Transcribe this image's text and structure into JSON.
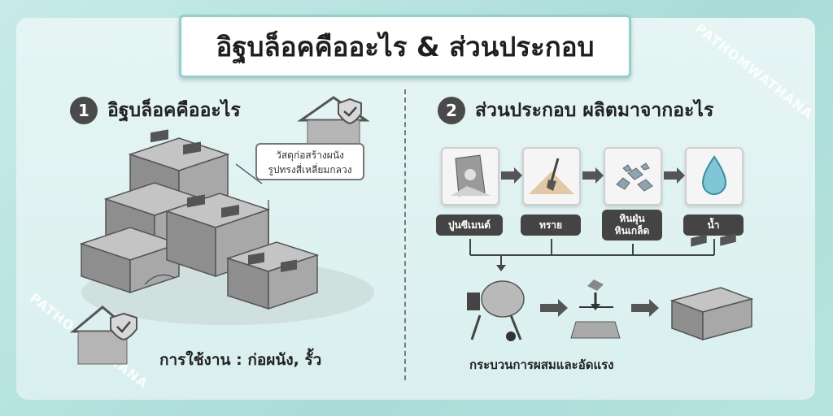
{
  "title": "อิฐบล็อคคืออะไร & ส่วนประกอบ",
  "section1": {
    "number": "1",
    "heading": "อิฐบล็อคคืออะไร",
    "callout_line1": "วัสดุก่อสร้างผนัง",
    "callout_line2": "รูปทรงสี่เหลี่ยมกลวง",
    "usage": "การใช้งาน : ก่อผนัง, รั้ว"
  },
  "section2": {
    "number": "2",
    "heading": "ส่วนประกอบ ผลิตมาจากอะไร",
    "materials": [
      {
        "label": "ปูนซีเมนต์",
        "icon": "cement-bag-icon"
      },
      {
        "label": "ทราย",
        "icon": "sand-shovel-icon"
      },
      {
        "label_line1": "หินฝุ่น",
        "label_line2": "หินเกล็ด",
        "icon": "gravel-icon"
      },
      {
        "label": "น้ำ",
        "icon": "water-drop-icon"
      }
    ],
    "process_label": "กระบวนการผสมและอัดแรง"
  },
  "watermark": "PATHOMWATHANA"
}
